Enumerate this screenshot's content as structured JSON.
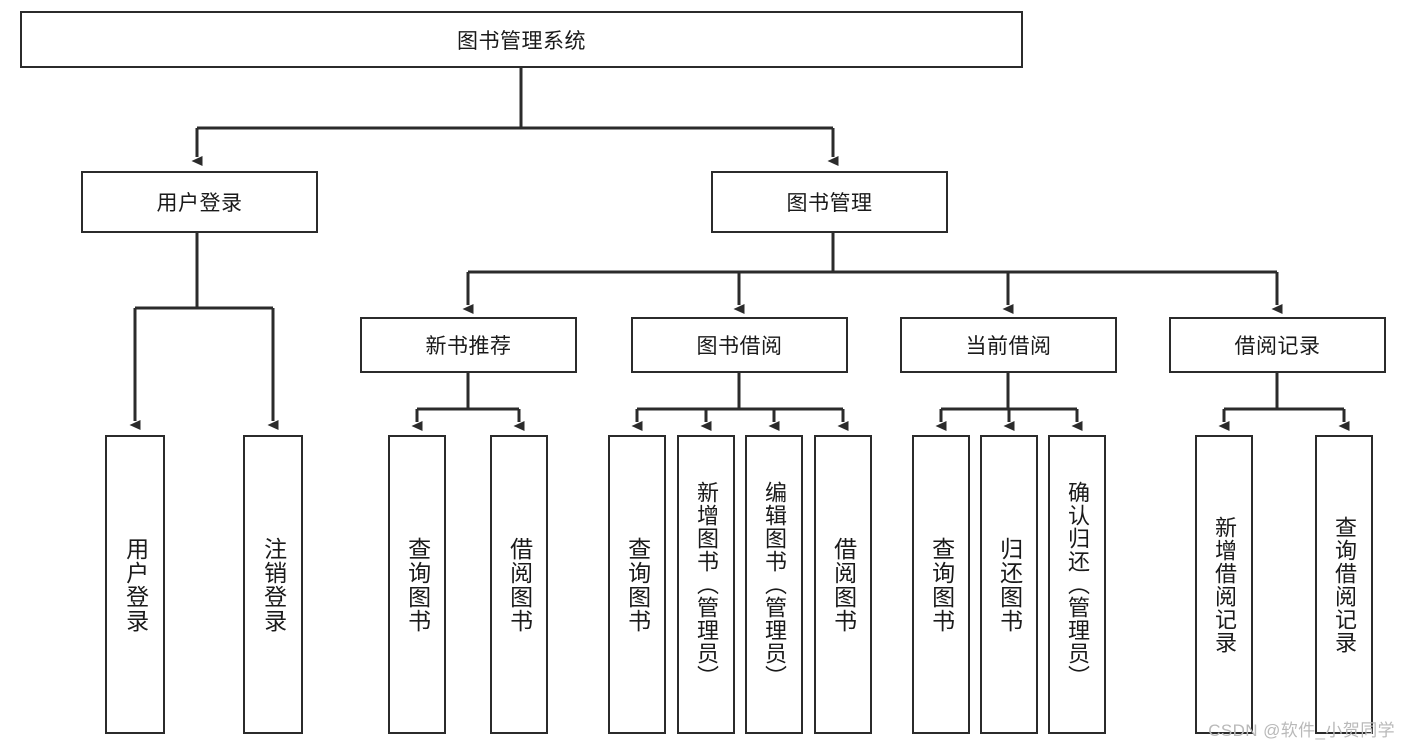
{
  "diagram": {
    "title": "图书管理系统",
    "type": "hierarchy-tree",
    "watermark": "CSDN @软件_小贺同学",
    "colors": {
      "box_border": "#2b2b2b",
      "box_fill": "#ffffff",
      "edge": "#2b2b2b",
      "text": "#1a1a1a",
      "watermark": "#b9b9b9"
    },
    "root": {
      "label": "图书管理系统"
    },
    "level2": [
      {
        "label": "用户登录"
      },
      {
        "label": "图书管理"
      }
    ],
    "level3": [
      {
        "label": "新书推荐"
      },
      {
        "label": "图书借阅"
      },
      {
        "label": "当前借阅"
      },
      {
        "label": "借阅记录"
      }
    ],
    "leaves": {
      "user_login": [
        {
          "label": "用户登录"
        },
        {
          "label": "注销登录"
        }
      ],
      "new_book": [
        {
          "label": "查询图书"
        },
        {
          "label": "借阅图书"
        }
      ],
      "book_borrow": [
        {
          "label": "查询图书"
        },
        {
          "label": "新增图书（管理员）"
        },
        {
          "label": "编辑图书（管理员）"
        },
        {
          "label": "借阅图书"
        }
      ],
      "current_borrow": [
        {
          "label": "查询图书"
        },
        {
          "label": "归还图书"
        },
        {
          "label": "确认归还（管理员）"
        }
      ],
      "borrow_record": [
        {
          "label": "新增借阅记录"
        },
        {
          "label": "查询借阅记录"
        }
      ]
    }
  }
}
